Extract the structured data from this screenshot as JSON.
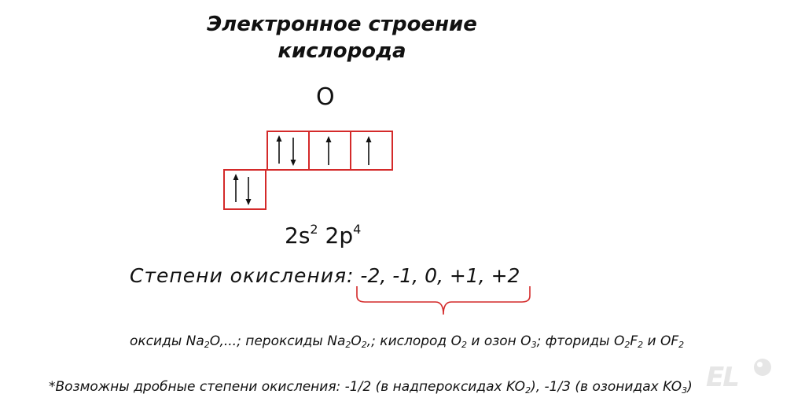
{
  "title": {
    "line1": "Электронное строение",
    "line2": "кислорода"
  },
  "symbol": "O",
  "orbitals": {
    "s": [
      {
        "spins": [
          "up",
          "down"
        ]
      }
    ],
    "p": [
      {
        "spins": [
          "up",
          "down"
        ]
      },
      {
        "spins": [
          "up"
        ]
      },
      {
        "spins": [
          "up"
        ]
      }
    ]
  },
  "config": {
    "s_part": "2s",
    "s_exp": "2",
    "p_part": "2p",
    "p_exp": "4"
  },
  "oxidation": {
    "label": "Степени окисления:",
    "values": "-2, -1, 0, +1, +2"
  },
  "compounds": {
    "t1": "оксиды Na",
    "s1": "2",
    "t2": "O,...; пероксиды Na",
    "s2": "2",
    "t3": "O",
    "s3": "2",
    "t4": ",; кислород O",
    "s4": "2",
    "t5": " и озон O",
    "s5": "3",
    "t6": "; фториды O",
    "s6": "2",
    "t7": "F",
    "s7": "2",
    "t8": " и OF",
    "s8": "2"
  },
  "note": {
    "t1": "*Возможны дробные степени окисления: -1/2 (в надпероксидах KO",
    "s1": "2",
    "t2": "), -1/3 (в озонидах KO",
    "s2": "3",
    "t3": ")"
  },
  "watermark": "EL",
  "colors": {
    "cell_border": "#d42a2a",
    "arrow": "#111111",
    "text": "#111111",
    "watermark": "#e6e6e6"
  }
}
